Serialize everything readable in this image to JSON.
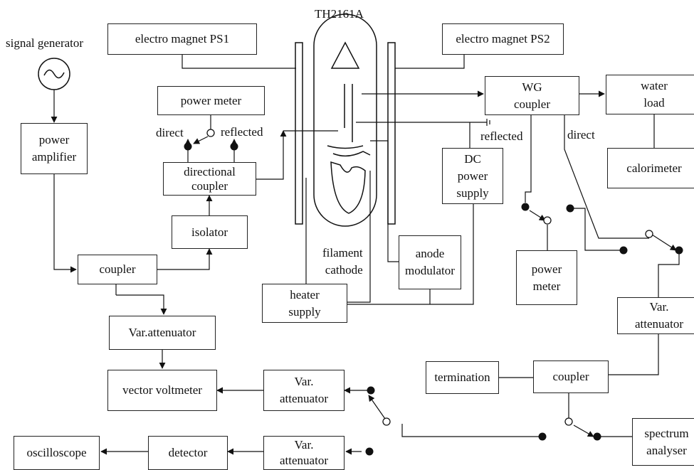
{
  "title": "TH2161A",
  "labels": {
    "signal_generator": "signal generator",
    "power_amplifier": "power\namplifier",
    "coupler_left": "coupler",
    "var_attenuator_top": "Var.attenuator",
    "vector_voltmeter": "vector voltmeter",
    "oscilloscope": "oscilloscope",
    "detector": "detector",
    "var_attenuator_mid": "Var.\nattenuator",
    "var_attenuator_bottom": "Var.\nattenuator",
    "electro_magnet_ps1": "electro magnet PS1",
    "electro_magnet_ps2": "electro magnet PS2",
    "power_meter_left": "power meter",
    "direct_left": "direct",
    "reflected_left": "reflected",
    "directional_coupler": "directional\ncoupler",
    "isolator": "isolator",
    "filament_cathode": "filament\ncathode",
    "heater_supply": "heater\nsupply",
    "anode_modulator": "anode\nmodulator",
    "dc_power_supply": "DC\npower\nsupply",
    "wg_coupler": "WG\ncoupler",
    "water_load": "water\nload",
    "calorimeter": "calorimeter",
    "reflected_right": "reflected",
    "direct_right": "direct",
    "power_meter_right": "power\nmeter",
    "var_attenuator_right": "Var.\nattenuator",
    "termination": "termination",
    "coupler_right": "coupler",
    "spectrum_analyser": "spectrum\nanalyser"
  }
}
